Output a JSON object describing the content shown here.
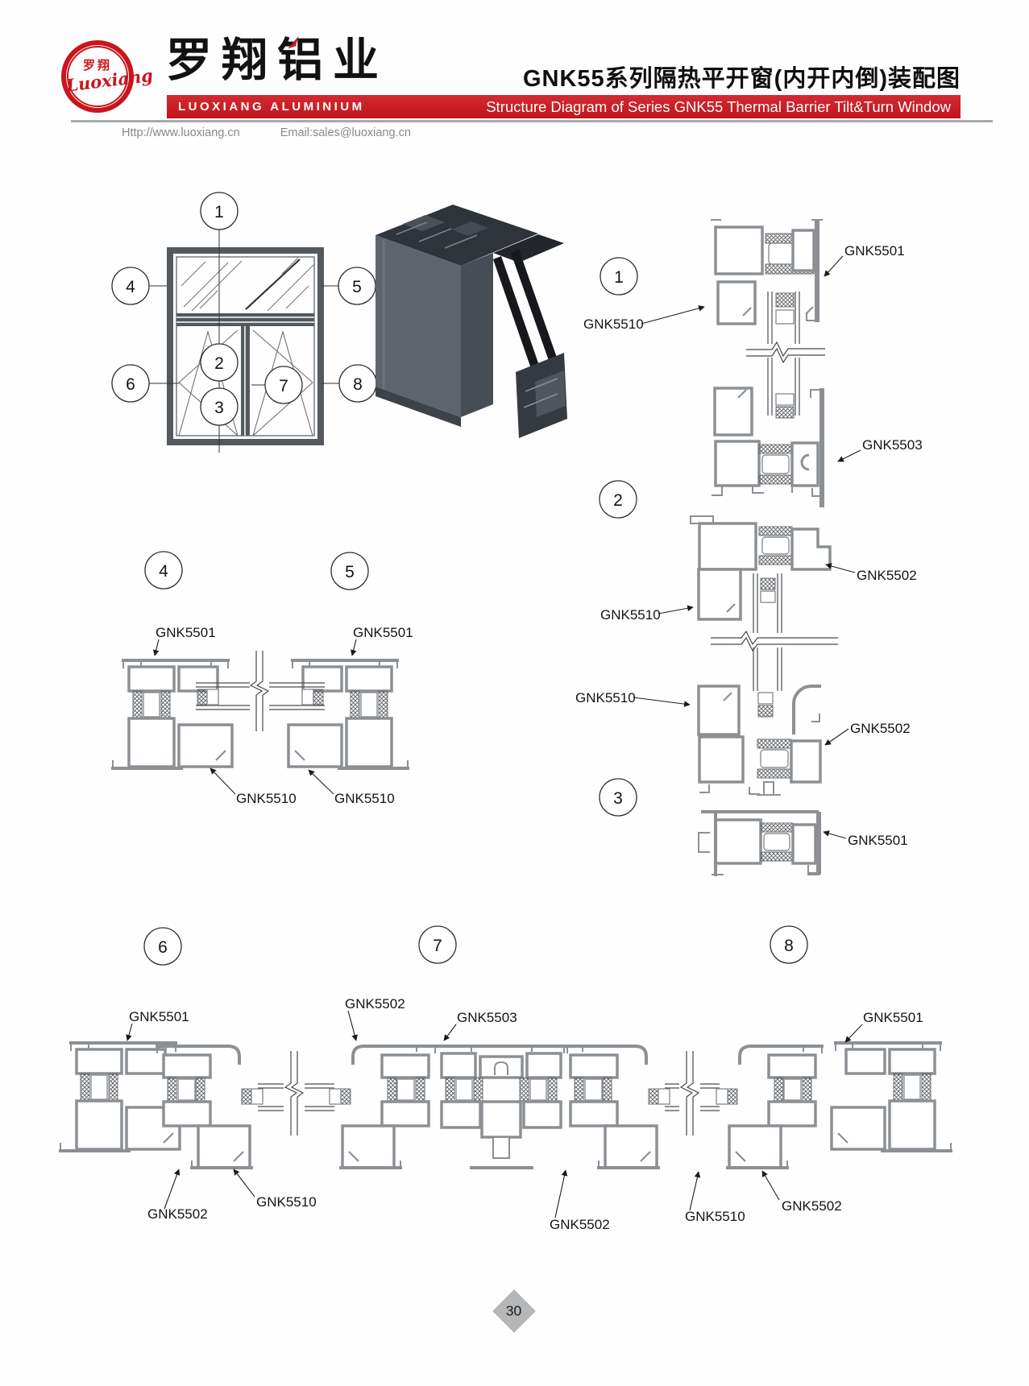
{
  "page": {
    "number": "30"
  },
  "header": {
    "logo": {
      "chars": "罗翔",
      "script": "Luoxiang"
    },
    "company_name_cn": "罗翔铝业",
    "company_name_en": "LUOXIANG ALUMINIUM",
    "title_cn": "GNK55系列隔热平开窗(内开内倒)装配图",
    "title_en": "Structure Diagram of Series GNK55 Thermal Barrier Tilt&Turn Window",
    "website": "Http://www.luoxiang.cn",
    "email": "Email:sales@luoxiang.cn",
    "colors": {
      "brand_red": "#C8161D",
      "bar_red": "#C9191F",
      "rule_gray": "#A7AAAC"
    }
  },
  "elevation": {
    "callouts": {
      "c1": "1",
      "c2": "2",
      "c3": "3",
      "c4": "4",
      "c5": "5",
      "c6": "6",
      "c7": "7",
      "c8": "8"
    }
  },
  "details": {
    "right_column": {
      "s1": {
        "number": "1",
        "label_left": "GNK5510",
        "label_right": "GNK5501"
      },
      "s2": {
        "number": "2",
        "label_right_top": "GNK5503",
        "label_right_bottom": "GNK5502",
        "label_left": "GNK5510"
      },
      "s3": {
        "number": "3",
        "label_left": "GNK5510",
        "label_right_top": "GNK5502",
        "label_right_bottom": "GNK5501"
      }
    },
    "middle_row": {
      "s4": {
        "number": "4",
        "label_top": "GNK5501",
        "label_bottom": "GNK5510"
      },
      "s5": {
        "number": "5",
        "label_top": "GNK5501",
        "label_bottom": "GNK5510"
      }
    },
    "bottom_row": {
      "s6": {
        "number": "6",
        "label_top": "GNK5501",
        "label_bottom_left": "GNK5502",
        "label_bottom_right": "GNK5510"
      },
      "s7": {
        "number": "7",
        "label_top_left": "GNK5502",
        "label_top_right": "GNK5503",
        "label_bottom": "GNK5502"
      },
      "s8": {
        "number": "8",
        "label_top": "GNK5501",
        "label_bottom_left": "GNK5510",
        "label_bottom_right": "GNK5502"
      }
    }
  }
}
